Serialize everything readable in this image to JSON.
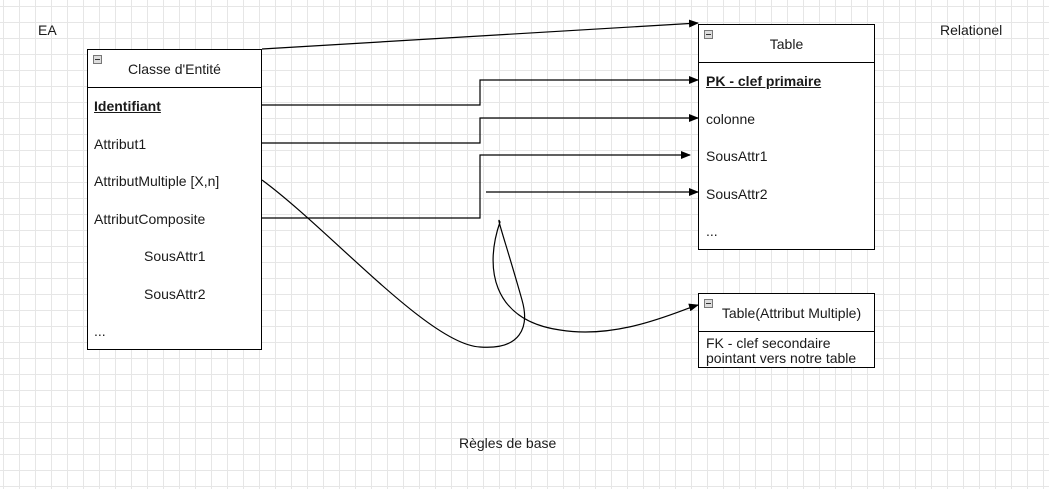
{
  "labels": {
    "left": "EA",
    "right": "Relationel",
    "bottom": "Règles de base"
  },
  "entity": {
    "title": "Classe d'Entité",
    "rows": [
      "Identifiant",
      "Attribut1",
      "AttributMultiple [X,n]",
      "AttributComposite",
      "SousAttr1",
      "SousAttr2",
      "..."
    ]
  },
  "table": {
    "title": "Table",
    "rows": [
      "PK - clef primaire",
      "colonne",
      "SousAttr1",
      "SousAttr2",
      "..."
    ]
  },
  "multi_table": {
    "title": "Table(Attribut Multiple)",
    "row_line1": "FK - clef secondaire",
    "row_line2": "pointant vers notre table"
  }
}
